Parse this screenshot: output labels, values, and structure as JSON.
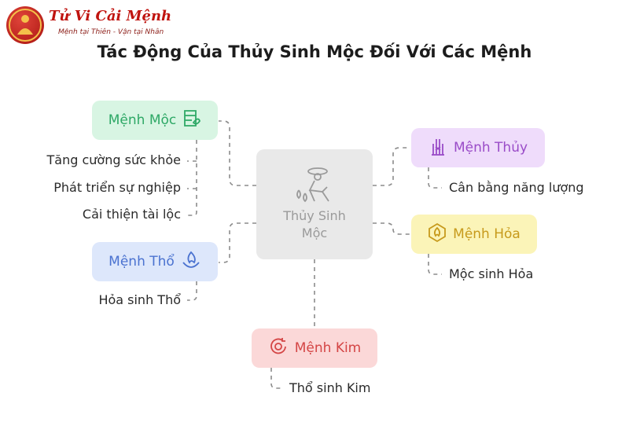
{
  "logo": {
    "title": "Tử Vi Cải Mệnh",
    "subtitle": "Mệnh tại Thiên - Vận tại Nhân"
  },
  "title": "Tác Động Của Thủy Sinh Mộc Đối Với Các Mệnh",
  "center": {
    "line1": "Thủy Sinh",
    "line2": "Mộc",
    "icon": "farmer-icon"
  },
  "nodes": {
    "moc": {
      "label": "Mệnh Mộc",
      "icon": "plant-grid-icon",
      "color": "#2ea866",
      "items": [
        "Tăng cường sức khỏe",
        "Phát triển sự nghiệp",
        "Cải thiện tài lộc"
      ]
    },
    "tho": {
      "label": "Mệnh Thổ",
      "icon": "fire-bowl-icon",
      "color": "#4a72d0",
      "items": [
        "Hỏa sinh Thổ"
      ]
    },
    "thuy": {
      "label": "Mệnh Thủy",
      "icon": "hand-icon",
      "color": "#9a4cc8",
      "items": [
        "Cân bằng năng lượng"
      ]
    },
    "hoa": {
      "label": "Mệnh Hỏa",
      "icon": "flame-badge-icon",
      "color": "#c79a1c",
      "items": [
        "Mộc sinh Hỏa"
      ]
    },
    "kim": {
      "label": "Mệnh Kim",
      "icon": "refresh-gear-icon",
      "color": "#d44545",
      "items": [
        "Thổ sinh Kim"
      ]
    }
  }
}
